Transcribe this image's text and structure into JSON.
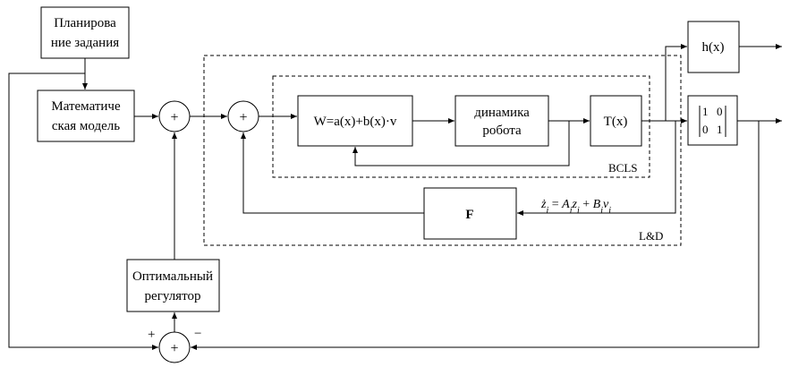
{
  "blocks": {
    "task_planning": [
      "Планирова",
      "ние задания"
    ],
    "math_model": [
      "Математиче",
      "ская модель"
    ],
    "linearizer": "W=a(x)+b(x)·v",
    "robot_dynamics": [
      "динамика",
      "робота"
    ],
    "transform": "T(x)",
    "output_map": "h(x)",
    "feedback_gain": "F",
    "optimal_controller": [
      "Оптимальный",
      "регулятор"
    ],
    "selection_matrix": [
      [
        "1",
        "0"
      ],
      [
        "0",
        "1"
      ]
    ]
  },
  "sum_symbol": "+",
  "group_labels": {
    "inner": "BCLS",
    "outer": "L&D"
  },
  "equation": {
    "lhs": "ż",
    "sub_i": "i",
    "eq": " = ",
    "A": "A",
    "z": "z",
    "plus": " + ",
    "B": "B",
    "v": "v"
  },
  "bottom_signs": {
    "plus": "+",
    "minus": "−"
  }
}
